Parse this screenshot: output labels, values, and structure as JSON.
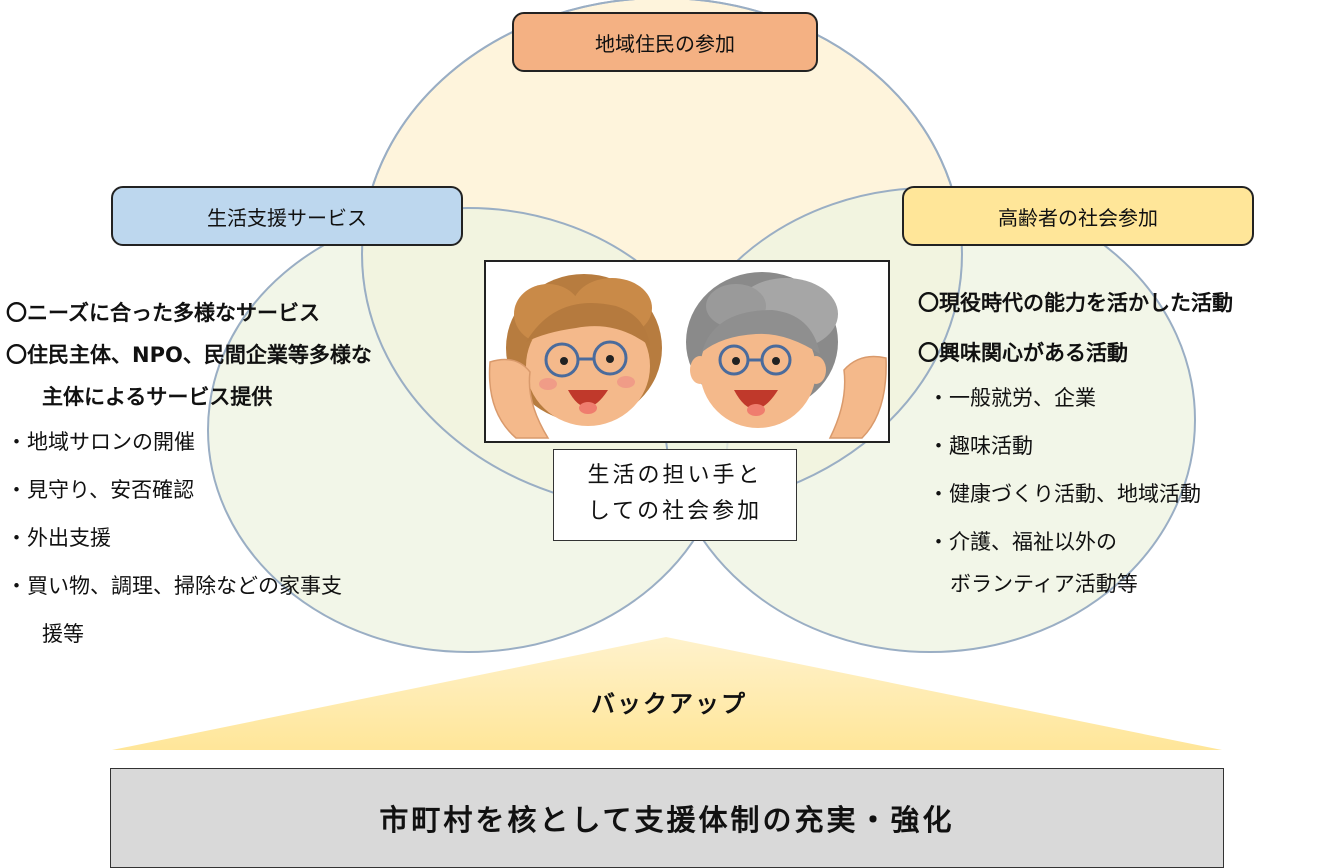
{
  "circles": {
    "top": {
      "label": "地域住民の参加",
      "color": "#f4b183",
      "fill": "#fef4dc"
    },
    "left": {
      "label": "生活支援サービス",
      "color": "#bdd7ee",
      "fill": "#eef3e1"
    },
    "right": {
      "label": "高齢者の社会参加",
      "color": "#ffe699",
      "fill": "#eef3e1"
    }
  },
  "left_panel": {
    "heading1": "〇ニーズに合った多様なサービス",
    "heading2a": "〇住民主体、NPO、民間企業等多様な",
    "heading2b": "主体によるサービス提供",
    "items": [
      "・地域サロンの開催",
      "・見守り、安否確認",
      "・外出支援",
      "・買い物、調理、掃除などの家事支"
    ],
    "item4_cont": "援等"
  },
  "right_panel": {
    "heading1": "〇現役時代の能力を活かした活動",
    "heading2": "〇興味関心がある活動",
    "items": [
      "・一般就労、企業",
      "・趣味活動",
      "・健康づくり活動、地域活動",
      "・介護、福祉以外の"
    ],
    "item4_cont": "ボランティア活動等"
  },
  "center": {
    "caption_line1": "生活の担い手と",
    "caption_line2": "しての社会参加",
    "illustration": "elderly-couple-illustration"
  },
  "backup": {
    "label": "バックアップ",
    "color": "#ffe699"
  },
  "bottom": {
    "label": "市町村を核として支援体制の充実・強化",
    "color": "#d9d9d9"
  }
}
